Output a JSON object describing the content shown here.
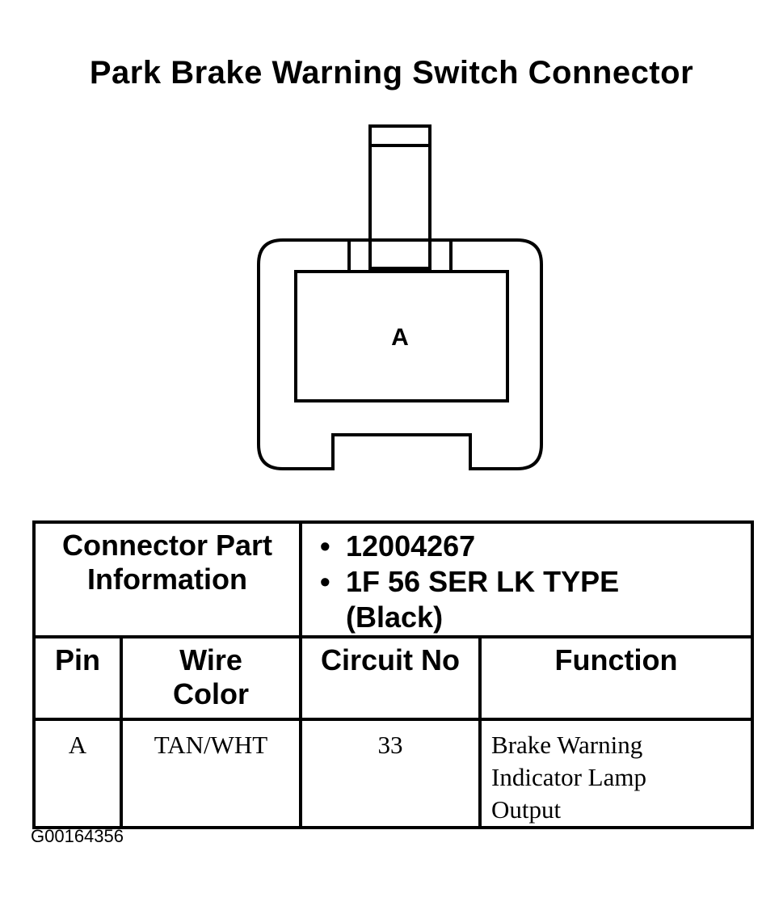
{
  "title": "Park Brake Warning Switch Connector",
  "connector": {
    "cavity_label": "A"
  },
  "info": {
    "label_line1": "Connector Part",
    "label_line2": "Information",
    "part_number": "12004267",
    "type_line1": "1F 56 SER LK TYPE",
    "type_line2": "(Black)"
  },
  "columns": {
    "pin": "Pin",
    "wire_line1": "Wire",
    "wire_line2": "Color",
    "circuit": "Circuit No",
    "function": "Function"
  },
  "rows": [
    {
      "pin": "A",
      "wire_color": "TAN/WHT",
      "circuit": "33",
      "function_line1": "Brake Warning",
      "function_line2": "Indicator Lamp",
      "function_line3": "Output"
    }
  ],
  "figure_code": "G00164356"
}
